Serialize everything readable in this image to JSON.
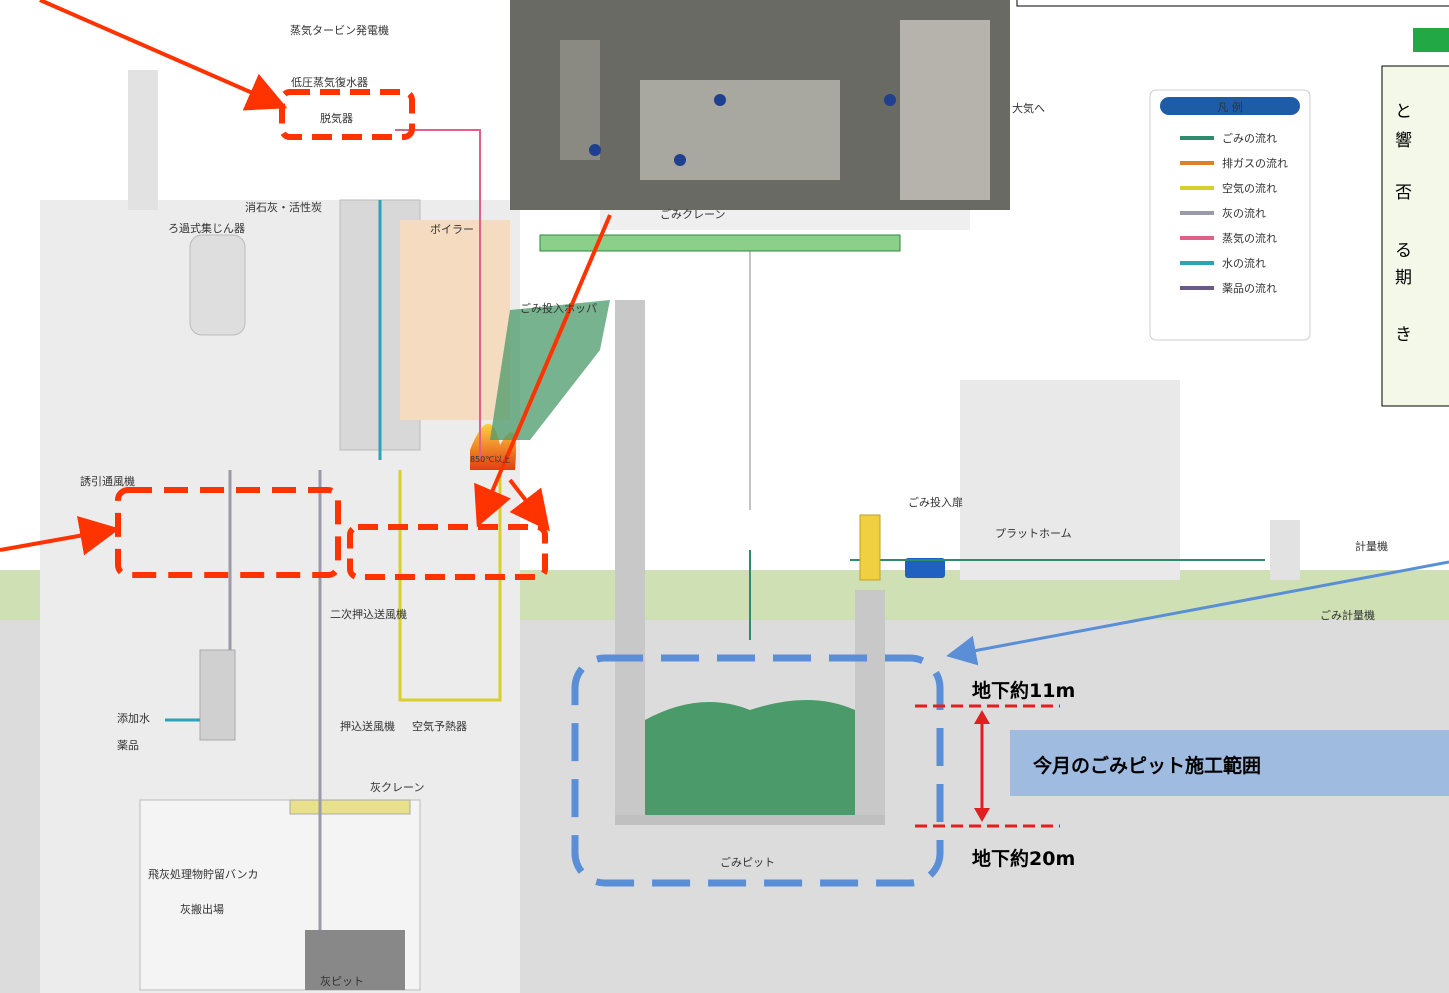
{
  "labels": {
    "turbine": "蒸気タービン発電機",
    "condenser": "低圧蒸気復水器",
    "deaerator": "脱気器",
    "exhaust_to_air": "大気へ",
    "slaked_lime": "消石灰・活性炭",
    "bag_filter": "ろ過式集じん器",
    "boiler": "ボイラー",
    "crane": "ごみクレーン",
    "hopper": "ごみ投入ホッパ",
    "id_fan": "誘引通風機",
    "furnace_temp": "850℃以上",
    "charging_door": "ごみ投入扉",
    "platform": "プラットホーム",
    "scale": "計量機",
    "scale2": "ごみ計量機",
    "secondary_fan": "二次押込送風機",
    "primary_fan": "押込送風機",
    "air_heater": "空気予熱器",
    "water": "添加水",
    "chemical": "薬品",
    "ash_crane": "灰クレーン",
    "fly_ash_bunker": "飛灰処理物貯留バンカ",
    "ash_out": "灰搬出場",
    "ash_pit": "灰ピット",
    "waste_pit": "ごみピット"
  },
  "depth": {
    "top_label": "地下約11m",
    "bottom_label": "地下約20m"
  },
  "banner": "今月のごみピット施工範囲",
  "legend": {
    "title": "凡 例",
    "items": [
      {
        "label": "ごみの流れ",
        "color": "#2e8b6e"
      },
      {
        "label": "排ガスの流れ",
        "color": "#d9822b"
      },
      {
        "label": "空気の流れ",
        "color": "#d8d02a"
      },
      {
        "label": "灰の流れ",
        "color": "#9a9aa8"
      },
      {
        "label": "蒸気の流れ",
        "color": "#e0608a"
      },
      {
        "label": "水の流れ",
        "color": "#2ea3b8"
      },
      {
        "label": "薬品の流れ",
        "color": "#6a5a8a"
      }
    ]
  },
  "note_chars": [
    "と",
    "響",
    "否",
    "る",
    "期",
    "き"
  ],
  "colors": {
    "red_highlight": "#ff3300",
    "blue_highlight": "#5a8fd8",
    "banner_bg": "#9fbbe0"
  }
}
